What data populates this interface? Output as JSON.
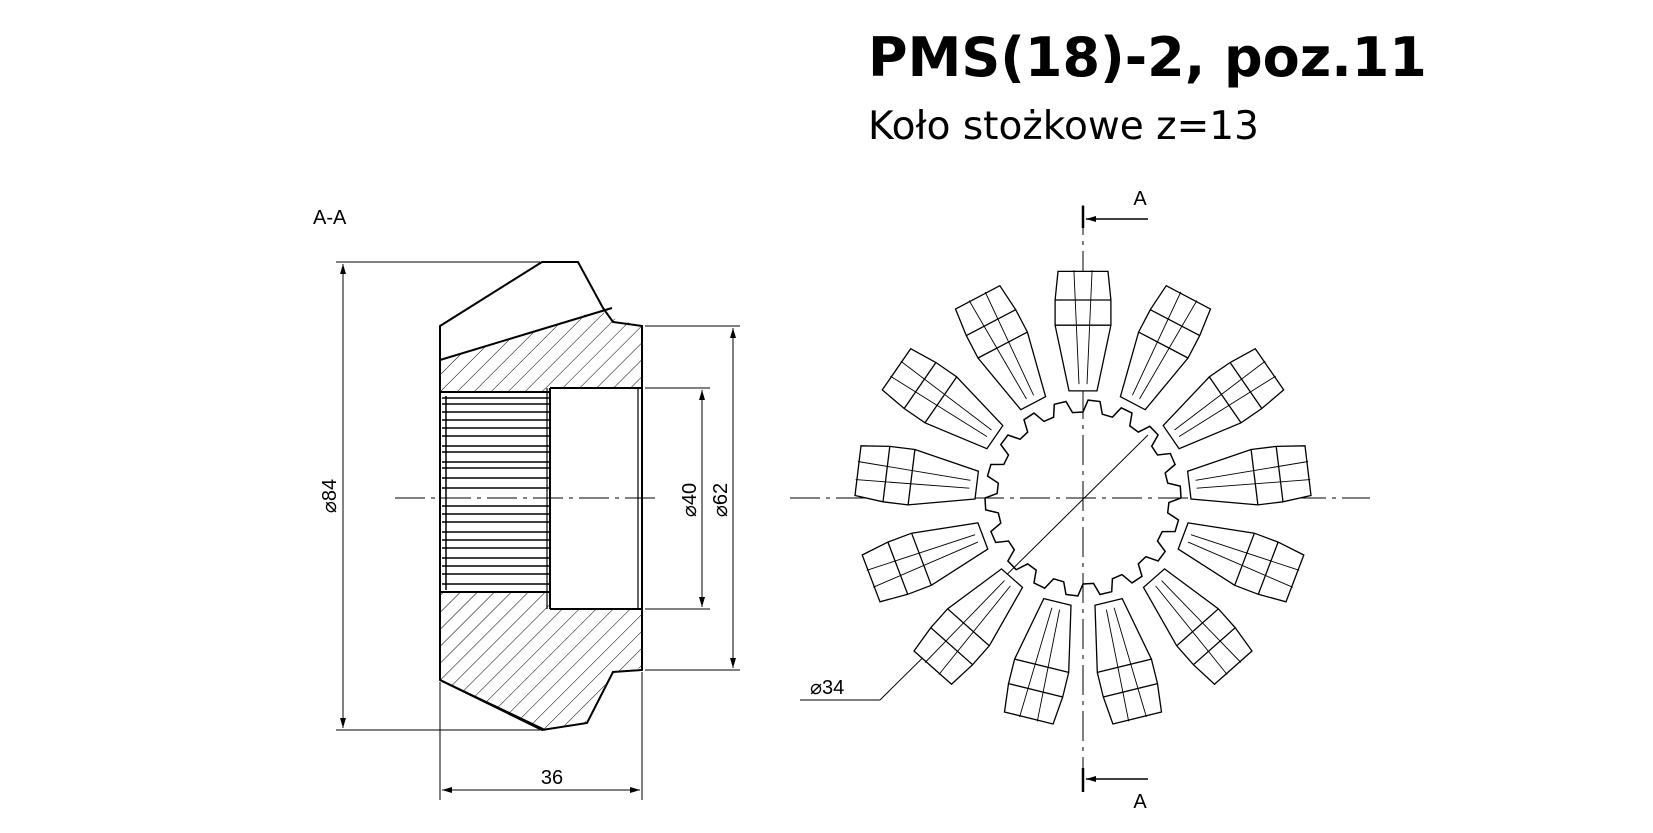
{
  "title": "PMS(18)-2, poz.11",
  "subtitle": "Koło stożkowe z=13",
  "section_view": {
    "label": "A-A",
    "dim_outer": "⌀84",
    "dim_bore": "⌀40",
    "dim_hub": "⌀62",
    "dim_width": "36"
  },
  "front_view": {
    "section_mark_top": "A",
    "section_mark_bottom": "A",
    "dim_spline": "⌀34",
    "teeth": 13
  },
  "colors": {
    "line": "#000000",
    "background": "#ffffff"
  }
}
